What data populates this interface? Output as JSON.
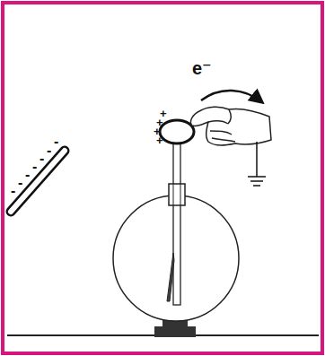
{
  "diagram": {
    "labels": [
      "e⁻",
      "+",
      "+",
      "+",
      "+",
      "-",
      "-",
      "-",
      "-",
      "-",
      "-",
      "-"
    ]
  }
}
